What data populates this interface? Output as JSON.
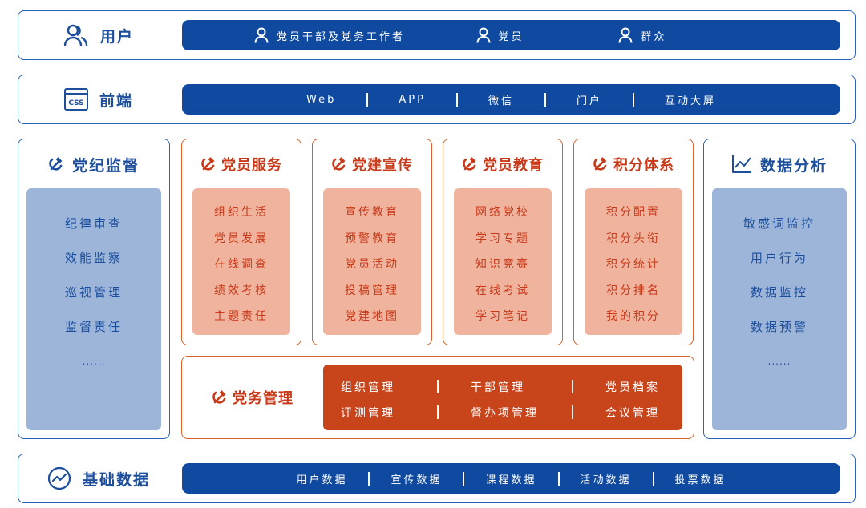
{
  "users": {
    "title": "用户",
    "items": [
      "党员干部及党务工作者",
      "党员",
      "群众"
    ]
  },
  "frontend": {
    "title": "前端",
    "items": [
      "Web",
      "APP",
      "微信",
      "门户",
      "互动大屏"
    ]
  },
  "discipline": {
    "title": "党纪监督",
    "items": [
      "纪律审查",
      "效能监察",
      "巡视管理",
      "监督责任",
      "......"
    ]
  },
  "modules": [
    {
      "title": "党员服务",
      "items": [
        "组织生活",
        "党员发展",
        "在线调查",
        "绩效考核",
        "主题责任"
      ]
    },
    {
      "title": "党建宣传",
      "items": [
        "宣传教育",
        "预警教育",
        "党员活动",
        "投稿管理",
        "党建地图"
      ]
    },
    {
      "title": "党员教育",
      "items": [
        "网络党校",
        "学习专题",
        "知识竞赛",
        "在线考试",
        "学习笔记"
      ]
    },
    {
      "title": "积分体系",
      "items": [
        "积分配置",
        "积分头衔",
        "积分统计",
        "积分排名",
        "我的积分"
      ]
    }
  ],
  "analytics": {
    "title": "数据分析",
    "items": [
      "敏感词监控",
      "用户行为",
      "数据监控",
      "数据预警",
      "......"
    ]
  },
  "affairs": {
    "title": "党务管理",
    "items": [
      "组织管理",
      "干部管理",
      "党员档案",
      "评测管理",
      "督办项管理",
      "会议管理"
    ]
  },
  "base": {
    "title": "基础数据",
    "items": [
      "用户数据",
      "宣传数据",
      "课程数据",
      "活动数据",
      "投票数据"
    ]
  },
  "colors": {
    "blue": "#0f4aa0",
    "red": "#c8451c",
    "lightBlue": "#9db5d9",
    "salmon": "#f0b39d"
  },
  "icons": {
    "users": "users-icon",
    "frontend": "css-file-icon",
    "party": "hammer-sickle-icon",
    "analytics": "line-chart-icon",
    "base": "trend-circle-icon",
    "person": "person-icon"
  }
}
